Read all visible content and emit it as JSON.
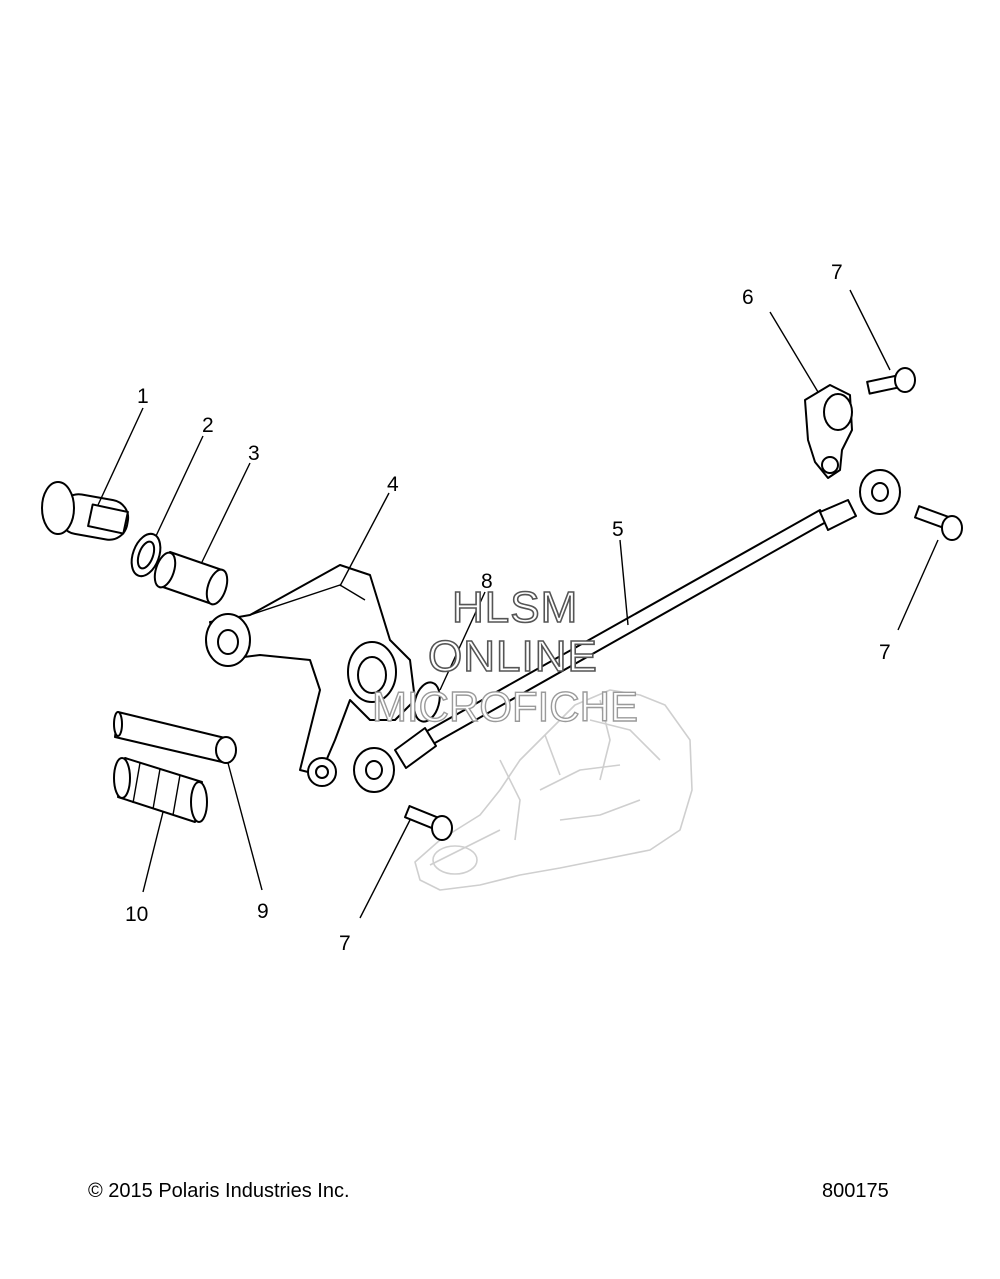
{
  "callouts": [
    {
      "id": "1",
      "text": "1"
    },
    {
      "id": "2",
      "text": "2"
    },
    {
      "id": "3",
      "text": "3"
    },
    {
      "id": "4",
      "text": "4"
    },
    {
      "id": "5",
      "text": "5"
    },
    {
      "id": "6",
      "text": "6"
    },
    {
      "id": "7a",
      "text": "7"
    },
    {
      "id": "7b",
      "text": "7"
    },
    {
      "id": "7c",
      "text": "7"
    },
    {
      "id": "8",
      "text": "8"
    },
    {
      "id": "9",
      "text": "9"
    },
    {
      "id": "10",
      "text": "10"
    }
  ],
  "watermark": {
    "line1": "HLSM",
    "line2": "ONLINE",
    "line3": "MICROFICHE"
  },
  "footer": {
    "copyright": "© 2015 Polaris Industries Inc.",
    "drawing_number": "800175"
  }
}
